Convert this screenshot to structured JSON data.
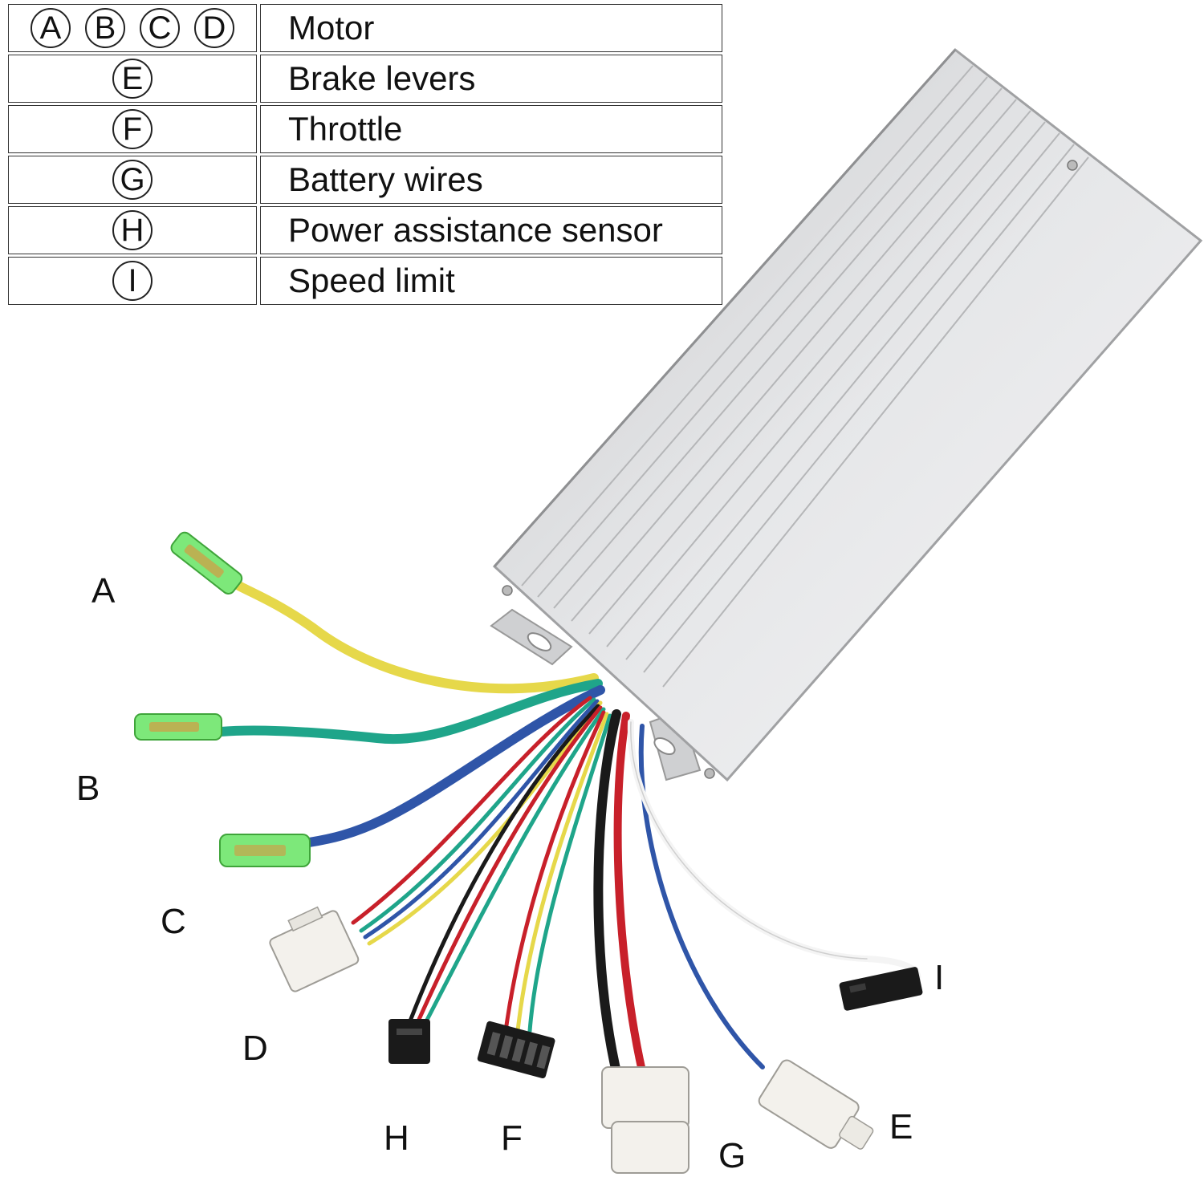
{
  "legend": [
    {
      "keys": [
        "A",
        "B",
        "C",
        "D"
      ],
      "label": "Motor"
    },
    {
      "keys": [
        "E"
      ],
      "label": "Brake levers"
    },
    {
      "keys": [
        "F"
      ],
      "label": "Throttle"
    },
    {
      "keys": [
        "G"
      ],
      "label": "Battery wires"
    },
    {
      "keys": [
        "H"
      ],
      "label": "Power assistance sensor"
    },
    {
      "keys": [
        "I"
      ],
      "label": "Speed limit"
    }
  ],
  "callouts": {
    "a": "A",
    "b": "B",
    "c": "C",
    "d": "D",
    "e": "E",
    "f": "F",
    "g": "G",
    "h": "H",
    "i": "I"
  },
  "colors": {
    "yellow_wire": "#e6d84a",
    "green_wire": "#1fa58a",
    "blue_wire": "#2f55a8",
    "red_wire": "#c8202a",
    "black_wire": "#1a1a1a",
    "white_wire": "#f4f4f4",
    "terminal_green": "#7de87a",
    "casing": "#d9dadc",
    "connector_white": "#f3f1ec"
  }
}
